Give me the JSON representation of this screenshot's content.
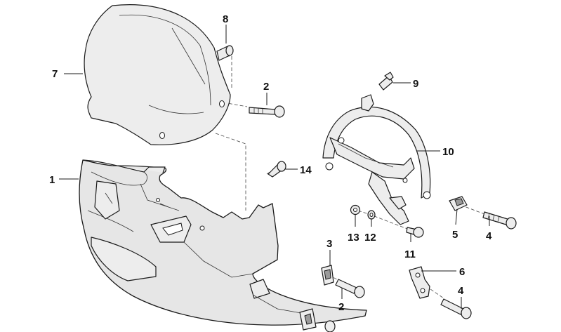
{
  "callouts": {
    "c1": "1",
    "c2a": "2",
    "c2b": "2",
    "c3": "3",
    "c4a": "4",
    "c4b": "4",
    "c5": "5",
    "c6": "6",
    "c7": "7",
    "c8": "8",
    "c9": "9",
    "c10": "10",
    "c11": "11",
    "c12": "12",
    "c13": "13",
    "c14": "14"
  }
}
